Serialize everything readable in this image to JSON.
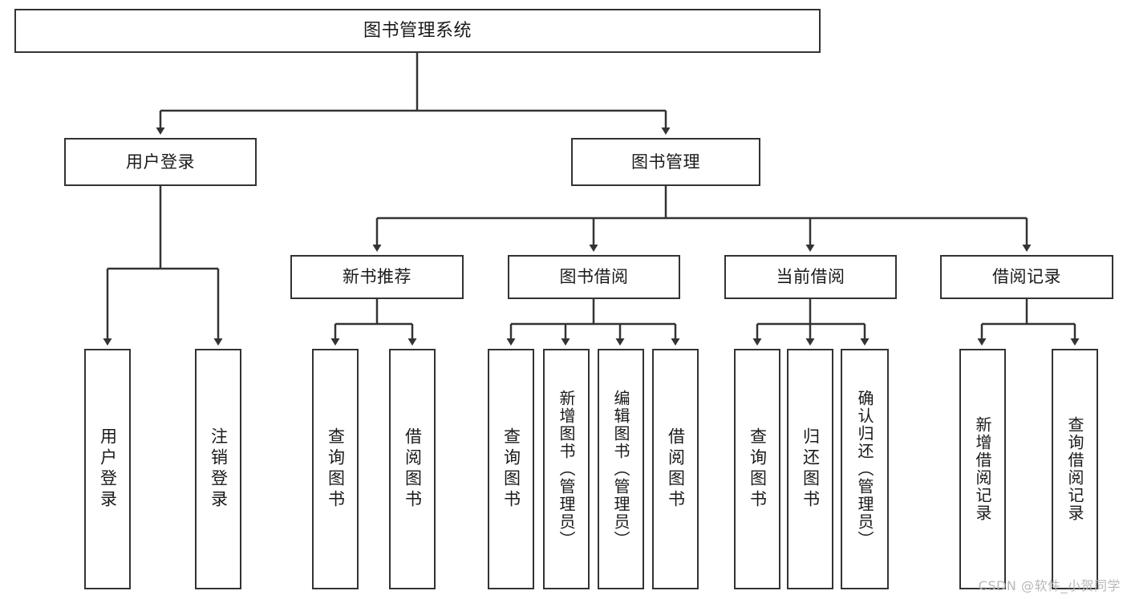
{
  "diagram": {
    "title": "图书管理系统",
    "watermark": "CSDN @软件_小贺同学",
    "colors": {
      "stroke": "#333333",
      "fill": "#ffffff",
      "text": "#1a1a1a",
      "watermark": "#b8b8b8"
    }
  },
  "nodes": {
    "root": {
      "label": "图书管理系统"
    },
    "level2": [
      {
        "label": "用户登录"
      },
      {
        "label": "图书管理"
      }
    ],
    "level3": [
      {
        "label": "新书推荐"
      },
      {
        "label": "图书借阅"
      },
      {
        "label": "当前借阅"
      },
      {
        "label": "借阅记录"
      }
    ],
    "leaves": [
      {
        "label": "用户登录"
      },
      {
        "label": "注销登录"
      },
      {
        "label": "查询图书"
      },
      {
        "label": "借阅图书"
      },
      {
        "label": "查询图书"
      },
      {
        "label": "新增图书（管理员）"
      },
      {
        "label": "编辑图书（管理员）"
      },
      {
        "label": "借阅图书"
      },
      {
        "label": "查询图书"
      },
      {
        "label": "归还图书"
      },
      {
        "label": "确认归还（管理员）"
      },
      {
        "label": "新增借阅记录"
      },
      {
        "label": "查询借阅记录"
      }
    ]
  }
}
